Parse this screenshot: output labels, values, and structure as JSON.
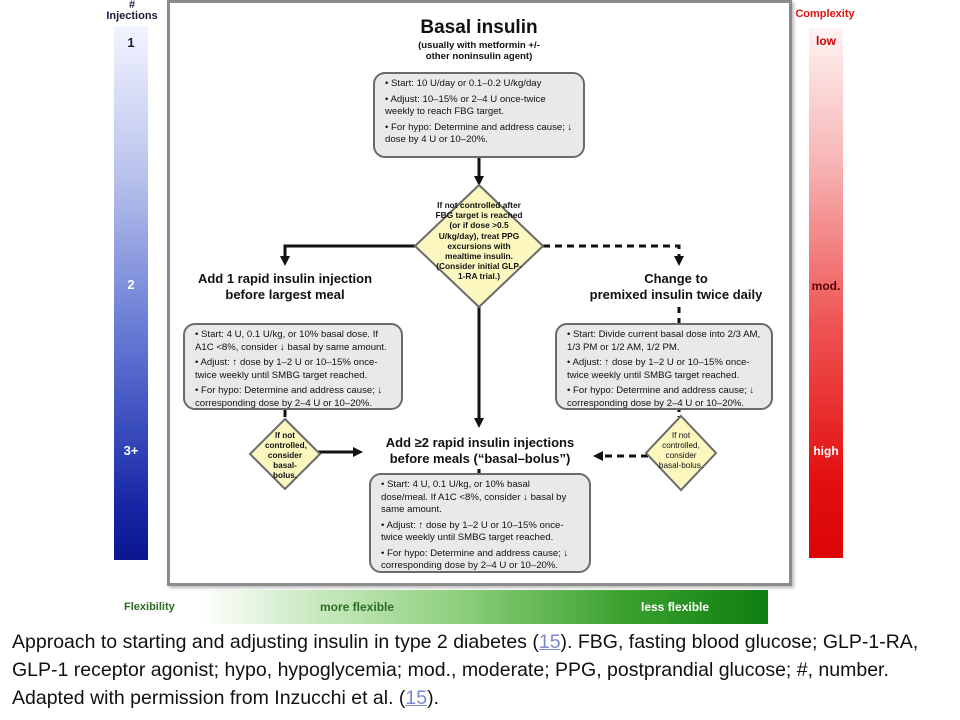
{
  "axes": {
    "injections_title": "#\nInjections",
    "injections_levels": [
      "1",
      "2",
      "3+"
    ],
    "complexity_title": "Complexity",
    "complexity_levels": [
      "low",
      "mod.",
      "high"
    ],
    "flexibility_title": "Flexibility",
    "flexibility_levels": [
      "more flexible",
      "less flexible"
    ]
  },
  "basal": {
    "title": "Basal insulin",
    "subtitle": "(usually with metformin +/-\nother noninsulin agent)",
    "start": "• Start: 10 U/day or 0.1–0.2 U/kg/day",
    "adjust": "• Adjust: 10–15% or 2–4 U once-twice weekly to reach FBG target.",
    "hypo": "• For hypo: Determine and address cause; ↓ dose by 4 U or 10–20%."
  },
  "center_diamond": "If not controlled after FBG target is reached (or if dose >0.5 U/kg/day), treat PPG excursions with mealtime insulin. (Consider initial GLP-1-RA trial.)",
  "left": {
    "title": "Add 1 rapid insulin injection\nbefore largest meal",
    "start": "• Start: 4 U, 0.1 U/kg, or 10% basal dose. If A1C <8%, consider ↓ basal by same amount.",
    "adjust": "• Adjust: ↑ dose by 1–2 U or 10–15% once-twice weekly until SMBG target reached.",
    "hypo": "• For hypo: Determine and address cause; ↓ corresponding dose by 2–4 U or 10–20%.",
    "diamond": "If not controlled, consider basal-bolus."
  },
  "right": {
    "title": "Change to\npremixed insulin twice daily",
    "start": "• Start: Divide current basal dose into 2/3 AM, 1/3 PM or 1/2 AM, 1/2 PM.",
    "adjust": "• Adjust: ↑ dose by 1–2 U or 10–15% once-twice weekly until SMBG target reached.",
    "hypo": "• For hypo: Determine and address cause; ↓ corresponding dose by 2–4 U or 10–20%.",
    "diamond": "If not controlled, consider basal-bolus."
  },
  "bottom": {
    "title": "Add ≥2 rapid insulin injections\nbefore meals (“basal–bolus”)",
    "start": "• Start: 4 U, 0.1 U/kg, or 10% basal dose/meal. If A1C <8%, consider ↓ basal by same amount.",
    "adjust": "• Adjust: ↑ dose by 1–2 U or 10–15% once-twice weekly until SMBG target reached.",
    "hypo": "• For hypo: Determine and address cause; ↓ corresponding dose by 2–4 U or 10–20%."
  },
  "caption": {
    "part1": "Approach to starting and adjusting insulin in type 2 diabetes (",
    "ref1": "15",
    "part2": "). FBG, fasting blood glucose; GLP-1-RA, GLP-1 receptor agonist; hypo, hypoglycemia; mod., moderate; PPG, postprandial glucose; #, number. Adapted with permission from Inzucchi et al. (",
    "ref2": "15",
    "part3": ")."
  },
  "colors": {
    "injections": "#1626a6",
    "complexity": "#e31010",
    "flexibility": "#0e7d10",
    "diamond": "#fbf7bf",
    "box": "#e9e9e9"
  }
}
